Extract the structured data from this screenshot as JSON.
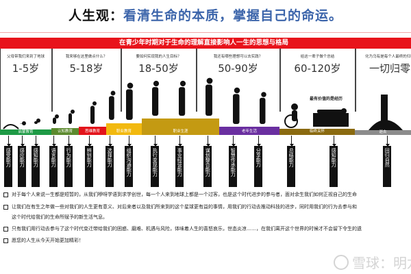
{
  "title": {
    "prefix": "人生观：",
    "main": "看清生命的本质，掌握自己的命运。"
  },
  "banner": "在青少年时期对于生命的理解直接影响人一生的思想与格局",
  "sections": [
    {
      "question": "父母带我们来到了地球",
      "age": "1-5岁"
    },
    {
      "question": "我来够在这里做点什么？",
      "age": "5-18岁"
    },
    {
      "question": "要如何实现我的人生目标？",
      "age": "18-50岁"
    },
    {
      "question": "我还有哪些理想可以去实践？",
      "age": "50-90岁"
    },
    {
      "question": "给这一辈子做个总结",
      "age": "60-120岁"
    },
    {
      "question": "化为乌有是每个人最终的归宿",
      "age": "一切归零"
    }
  ],
  "stages": [
    {
      "label": "启蒙教育",
      "color": "#1e9a45"
    },
    {
      "label": "认知教育",
      "color": "#5c8a2e"
    },
    {
      "label": "思维教育",
      "color": "#e3141b"
    },
    {
      "label": "职业教育",
      "color": "#f2b90f"
    },
    {
      "label": "职业生涯",
      "color": "#c49a12"
    },
    {
      "label": "老年生活",
      "color": "#6a2fa0"
    },
    {
      "label": "临终关怀",
      "color": "#8a6a10"
    },
    {
      "label": "逝去",
      "color": "#8c8c8c"
    }
  ],
  "experience_note": "最有价值的是经历",
  "capabilities": [
    "感受能力",
    "感应能力",
    "感知能力",
    "语言能力",
    "行为能力",
    "辨别能力",
    "选择能力",
    "组织沟通能力",
    "执行变现能力",
    "事业经营能力",
    "谋划整合能力",
    "智慧传承能力",
    "分享能力",
    "总结能力",
    "感知能力",
    "回归自然"
  ],
  "bullets": [
    "对于每个人来说一生都是短暂的，从我们咿呀学语到求学创世，每一个人来到地球上都是一个过客，也是这个时代进步的参与者，面对余生我们如何正视自己的生命",
    "让我们在有生之年做一些对我们的人生更有意义、对后来者以及我们所来到的这个星球更有益的事情，用我们的行动去推动科技的进步，同时用我们的行为去参与和",
    "这个时代给我们的生命所赋予的新生活气息。",
    "只有我们用行动去参与了这个时代变迁带给我们的困惑、磨难、机遇与风险，体味着人生的喜怒哀乐，世态炎凉……，在我们离开这个世界的时候才不会留下令生的遗",
    "愿您的人生从今天开始更加精彩！"
  ],
  "watermark": "雪球：明龙"
}
